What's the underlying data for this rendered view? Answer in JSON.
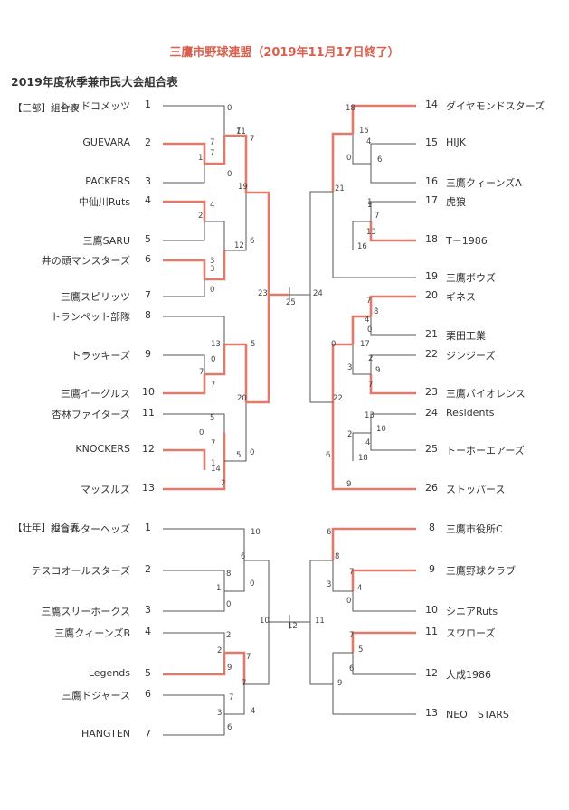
{
  "header": {
    "title": "三鷹市野球連盟（2019年11月17日終了）",
    "subtitle": "2019年度秋季兼市民大会組合表"
  },
  "sections": {
    "sanbu": "【三部】組合表",
    "sonen": "【壮年】組合表"
  },
  "colors": {
    "win": "#e07a6a",
    "lose": "#555555",
    "title": "#d9604e"
  },
  "sanbu_left": [
    {
      "no": "1",
      "name": "レッドコメッツ"
    },
    {
      "no": "2",
      "name": "GUEVARA"
    },
    {
      "no": "3",
      "name": "PACKERS"
    },
    {
      "no": "4",
      "name": "中仙川Ruts"
    },
    {
      "no": "5",
      "name": "三鷹SARU"
    },
    {
      "no": "6",
      "name": "井の頭マンスターズ"
    },
    {
      "no": "7",
      "name": "三鷹スピリッツ"
    },
    {
      "no": "8",
      "name": "トランペット部隊"
    },
    {
      "no": "9",
      "name": "トラッキーズ"
    },
    {
      "no": "10",
      "name": "三鷹イーグルス"
    },
    {
      "no": "11",
      "name": "杏林ファイターズ"
    },
    {
      "no": "12",
      "name": "KNOCKERS"
    },
    {
      "no": "13",
      "name": "マッスルズ"
    }
  ],
  "sanbu_right": [
    {
      "no": "14",
      "name": "ダイヤモンドスターズ"
    },
    {
      "no": "15",
      "name": "HIJK"
    },
    {
      "no": "16",
      "name": "三鷹クィーンズA"
    },
    {
      "no": "17",
      "name": "虎狼"
    },
    {
      "no": "18",
      "name": "T－1986"
    },
    {
      "no": "19",
      "name": "三鷹ボウズ"
    },
    {
      "no": "20",
      "name": "ギネス"
    },
    {
      "no": "21",
      "name": "栗田工業"
    },
    {
      "no": "22",
      "name": "ジンジーズ"
    },
    {
      "no": "23",
      "name": "三鷹バイオレンス"
    },
    {
      "no": "24",
      "name": "Residents"
    },
    {
      "no": "25",
      "name": "トーホーエアーズ"
    },
    {
      "no": "26",
      "name": "ストッパース"
    }
  ],
  "sonen_left": [
    {
      "no": "1",
      "name": "ジョルターヘッズ"
    },
    {
      "no": "2",
      "name": "テスコオールスターズ"
    },
    {
      "no": "3",
      "name": "三鷹スリーホークス"
    },
    {
      "no": "4",
      "name": "三鷹クィーンズB"
    },
    {
      "no": "5",
      "name": "Legends"
    },
    {
      "no": "6",
      "name": "三鷹ドジャース"
    },
    {
      "no": "7",
      "name": "HANGTEN"
    }
  ],
  "sonen_right": [
    {
      "no": "8",
      "name": "三鷹市役所C"
    },
    {
      "no": "9",
      "name": "三鷹野球クラブ"
    },
    {
      "no": "10",
      "name": "シニアRuts"
    },
    {
      "no": "11",
      "name": "スワローズ"
    },
    {
      "no": "12",
      "name": "大成1986"
    },
    {
      "no": "13",
      "name": "NEO　STARS"
    }
  ],
  "sanbu_scores": [
    "0",
    "7",
    "1",
    "0",
    "11",
    "7",
    "7",
    "19",
    "7",
    "2",
    "4",
    "12",
    "6",
    "3",
    "3",
    "0",
    "23",
    "25",
    "24",
    "18",
    "15",
    "4",
    "0",
    "6",
    "1",
    "21",
    "1",
    "7",
    "13",
    "16",
    "7",
    "8",
    "4",
    "0",
    "17",
    "2",
    "3",
    "9",
    "7",
    "0",
    "22",
    "13",
    "10",
    "2",
    "4",
    "6",
    "18",
    "9",
    "13",
    "5",
    "0",
    "7",
    "7",
    "20",
    "5",
    "0",
    "7",
    "5",
    "14",
    "0",
    "2",
    "1",
    "2"
  ],
  "sonen_scores": [
    "10",
    "6",
    "8",
    "0",
    "1",
    "0",
    "10",
    "12",
    "11",
    "6",
    "8",
    "7",
    "3",
    "4",
    "0",
    "2",
    "2",
    "9",
    "7",
    "7",
    "7",
    "3",
    "4",
    "6",
    "7",
    "5",
    "6",
    "9"
  ]
}
